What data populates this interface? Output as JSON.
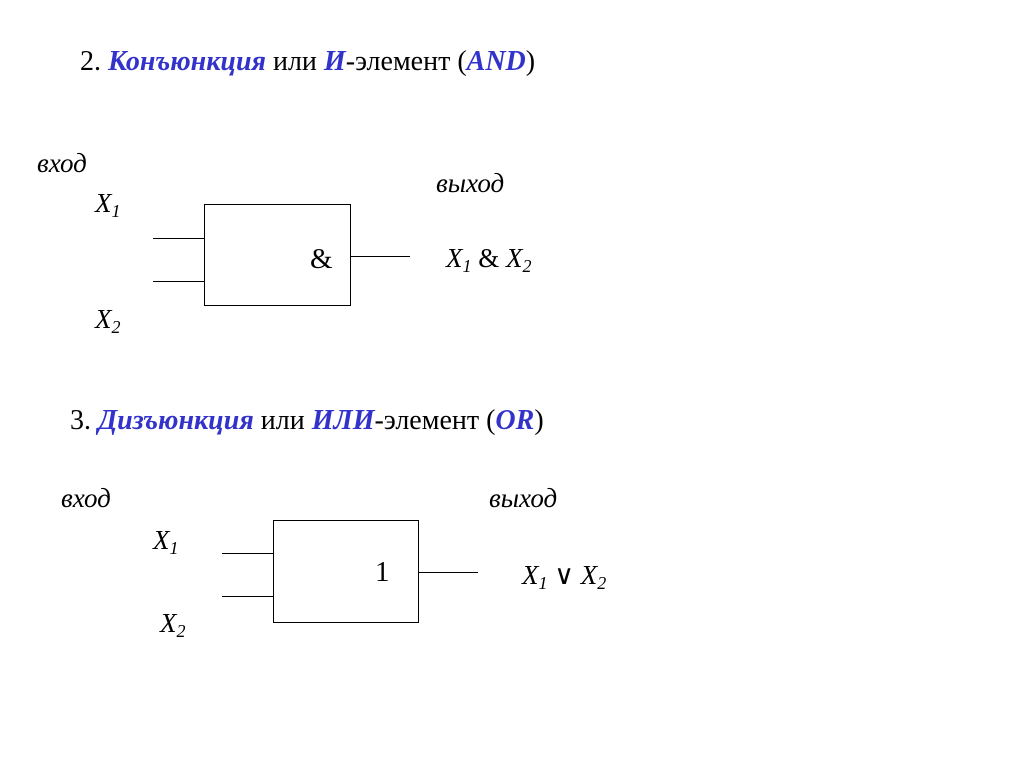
{
  "and_section": {
    "number": "2.",
    "term": "Конъюнкция",
    "connector": "или",
    "gate_prefix": "И",
    "gate_suffix": "-элемент",
    "open_paren": "(",
    "english": "AND",
    "close_paren": ")",
    "input_label": "вход",
    "output_label": "выход",
    "input1": {
      "letter": "X",
      "index": "1"
    },
    "input2": {
      "letter": "X",
      "index": "2"
    },
    "gate_symbol": "&",
    "output": {
      "a": "X",
      "a_index": "1",
      "op": "&",
      "b": "X",
      "b_index": "2"
    }
  },
  "or_section": {
    "number": "3.",
    "term": "Дизъюнкция",
    "connector": "или",
    "gate_prefix": "ИЛИ",
    "gate_suffix": "-элемент",
    "open_paren": "(",
    "english": "OR",
    "close_paren": ")",
    "input_label": "вход",
    "output_label": "выход",
    "input1": {
      "letter": "X",
      "index": "1"
    },
    "input2": {
      "letter": "X",
      "index": "2"
    },
    "gate_symbol": "1",
    "output": {
      "a": "X",
      "a_index": "1",
      "op": "∨",
      "b": "X",
      "b_index": "2"
    }
  },
  "colors": {
    "accent": "#3333cc",
    "text": "#000000",
    "background": "#ffffff"
  }
}
